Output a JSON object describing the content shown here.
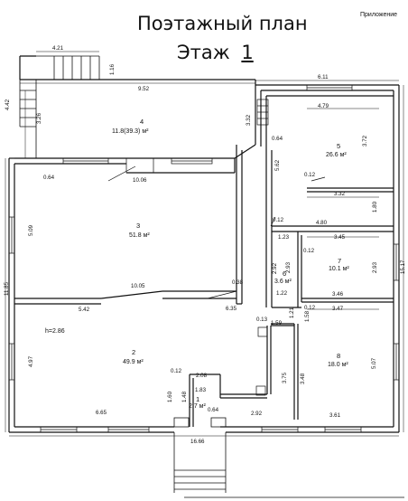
{
  "header": {
    "title": "Поэтажный план",
    "floor_label": "Этаж",
    "floor_number": "1",
    "appendix": "Приложение"
  },
  "rooms": [
    {
      "number": "1",
      "area": "2.7 м²"
    },
    {
      "number": "2",
      "area": "49.9 м²",
      "note": "h=2.86"
    },
    {
      "number": "3",
      "area": "51.8 м²"
    },
    {
      "number": "4",
      "area": "11.8(39.3) м²"
    },
    {
      "number": "5",
      "area": "26.6 м²"
    },
    {
      "number": "6",
      "area": "3.6 м²"
    },
    {
      "number": "7",
      "area": "10.1 м²"
    },
    {
      "number": "8",
      "area": "18.0 м²"
    }
  ],
  "dimensions": {
    "porch_top_width": "4.21",
    "porch_step": "1.16",
    "porch_left_height": "4.42",
    "room4_left": "3.26",
    "room4_width": "9.52",
    "top_right_width": "6.11",
    "room4_right": "3.32",
    "room5_width": "4.79",
    "room5_height": "3.72",
    "partition_064_upper": "0.64",
    "room5_left": "5.62",
    "wall_064_left": "0.64",
    "room3_top_width": "10.06",
    "small_012_a": "0.12",
    "room5_bottom": "3.32",
    "room5_right_lower": "1.80",
    "room3_height": "5.09",
    "wall_012_b": "0.12",
    "room7_top": "4.80",
    "dim_123": "1.23",
    "room7_width_top": "3.45",
    "overall_height": "11.85",
    "right_overall": "15.17",
    "small_012_c": "0.12",
    "dim_292": "2.92",
    "dim_293_left": "2.93",
    "room7_right": "2.93",
    "room3_bottom_width": "10.05",
    "dim_038": "0.38",
    "dim_122": "1.22",
    "room7_bottom": "3.46",
    "dim_542": "5.42",
    "dim_635": "6.35",
    "small_012_d": "0.12",
    "room8_top": "3.47",
    "dim_121": "1.21",
    "dim_013": "0.13",
    "dim_159": "1.59",
    "dim_158": "1.58",
    "room2_left": "4.97",
    "room8_right": "5.07",
    "small_012_e": "0.12",
    "dim_208": "2.08",
    "dim_375": "3.75",
    "dim_348": "3.48",
    "dim_183": "1.83",
    "dim_160": "1.60",
    "dim_148": "1.48",
    "dim_064_bottom": "0.64",
    "room2_bottom": "6.65",
    "dim_292_bottom": "2.92",
    "room8_bottom": "3.61",
    "overall_width": "16.66"
  }
}
